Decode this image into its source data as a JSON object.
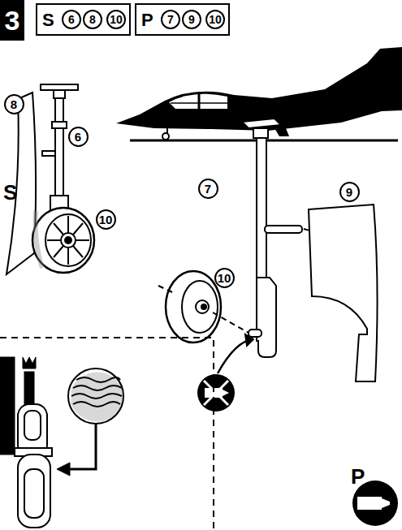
{
  "diagram": {
    "nodes": [
      {
        "text": [
          "3"
        ]
      },
      {
        "text": [
          "S"
        ]
      },
      {
        "text": [
          "6"
        ],
        "in": 1
      },
      {
        "text": [
          "8"
        ],
        "in": 1
      },
      {
        "text": [
          "10"
        ],
        "in": 1
      },
      {
        "text": [
          "P"
        ]
      },
      {
        "text": [
          "7"
        ],
        "in": 5
      },
      {
        "text": [
          "9"
        ],
        "in": 5
      },
      {
        "text": [
          "10"
        ],
        "in": 5
      },
      {
        "text": [
          "8"
        ]
      },
      {
        "text": [
          "6"
        ]
      },
      {
        "text": [
          "10"
        ]
      },
      {
        "text": [
          "7"
        ]
      },
      {
        "text": [
          "9"
        ]
      },
      {
        "text": [
          "10"
        ]
      }
    ],
    "labels": [
      "S",
      "P"
    ]
  }
}
